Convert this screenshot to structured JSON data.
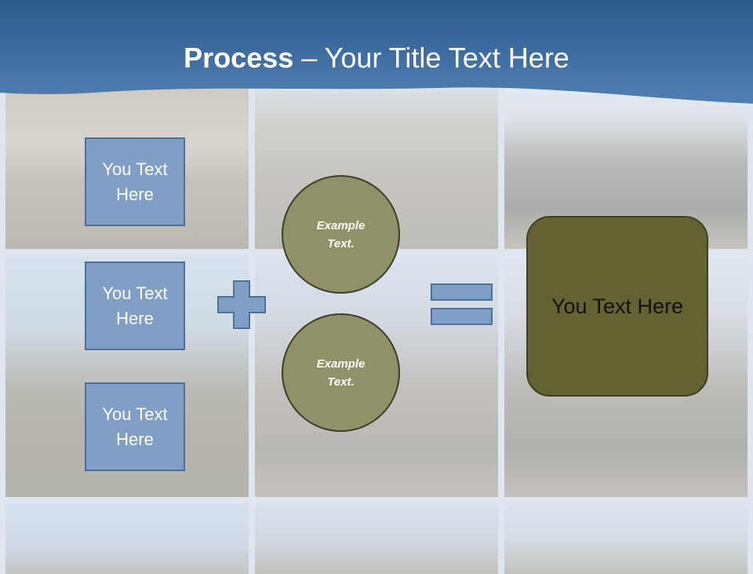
{
  "header": {
    "title_bold": "Process",
    "title_rest": " – Your Title Text Here"
  },
  "boxes": [
    {
      "label": "You Text Here"
    },
    {
      "label": "You Text Here"
    },
    {
      "label": "You Text Here"
    }
  ],
  "circles": [
    {
      "label": "Example Text."
    },
    {
      "label": "Example Text."
    }
  ],
  "result": {
    "label": "You Text Here"
  },
  "colors": {
    "banner": "#3a679a",
    "box_fill": "#7f9fc6",
    "circle_fill": "#909166",
    "result_fill": "#656232",
    "operator_fill": "#7f9fc6"
  }
}
